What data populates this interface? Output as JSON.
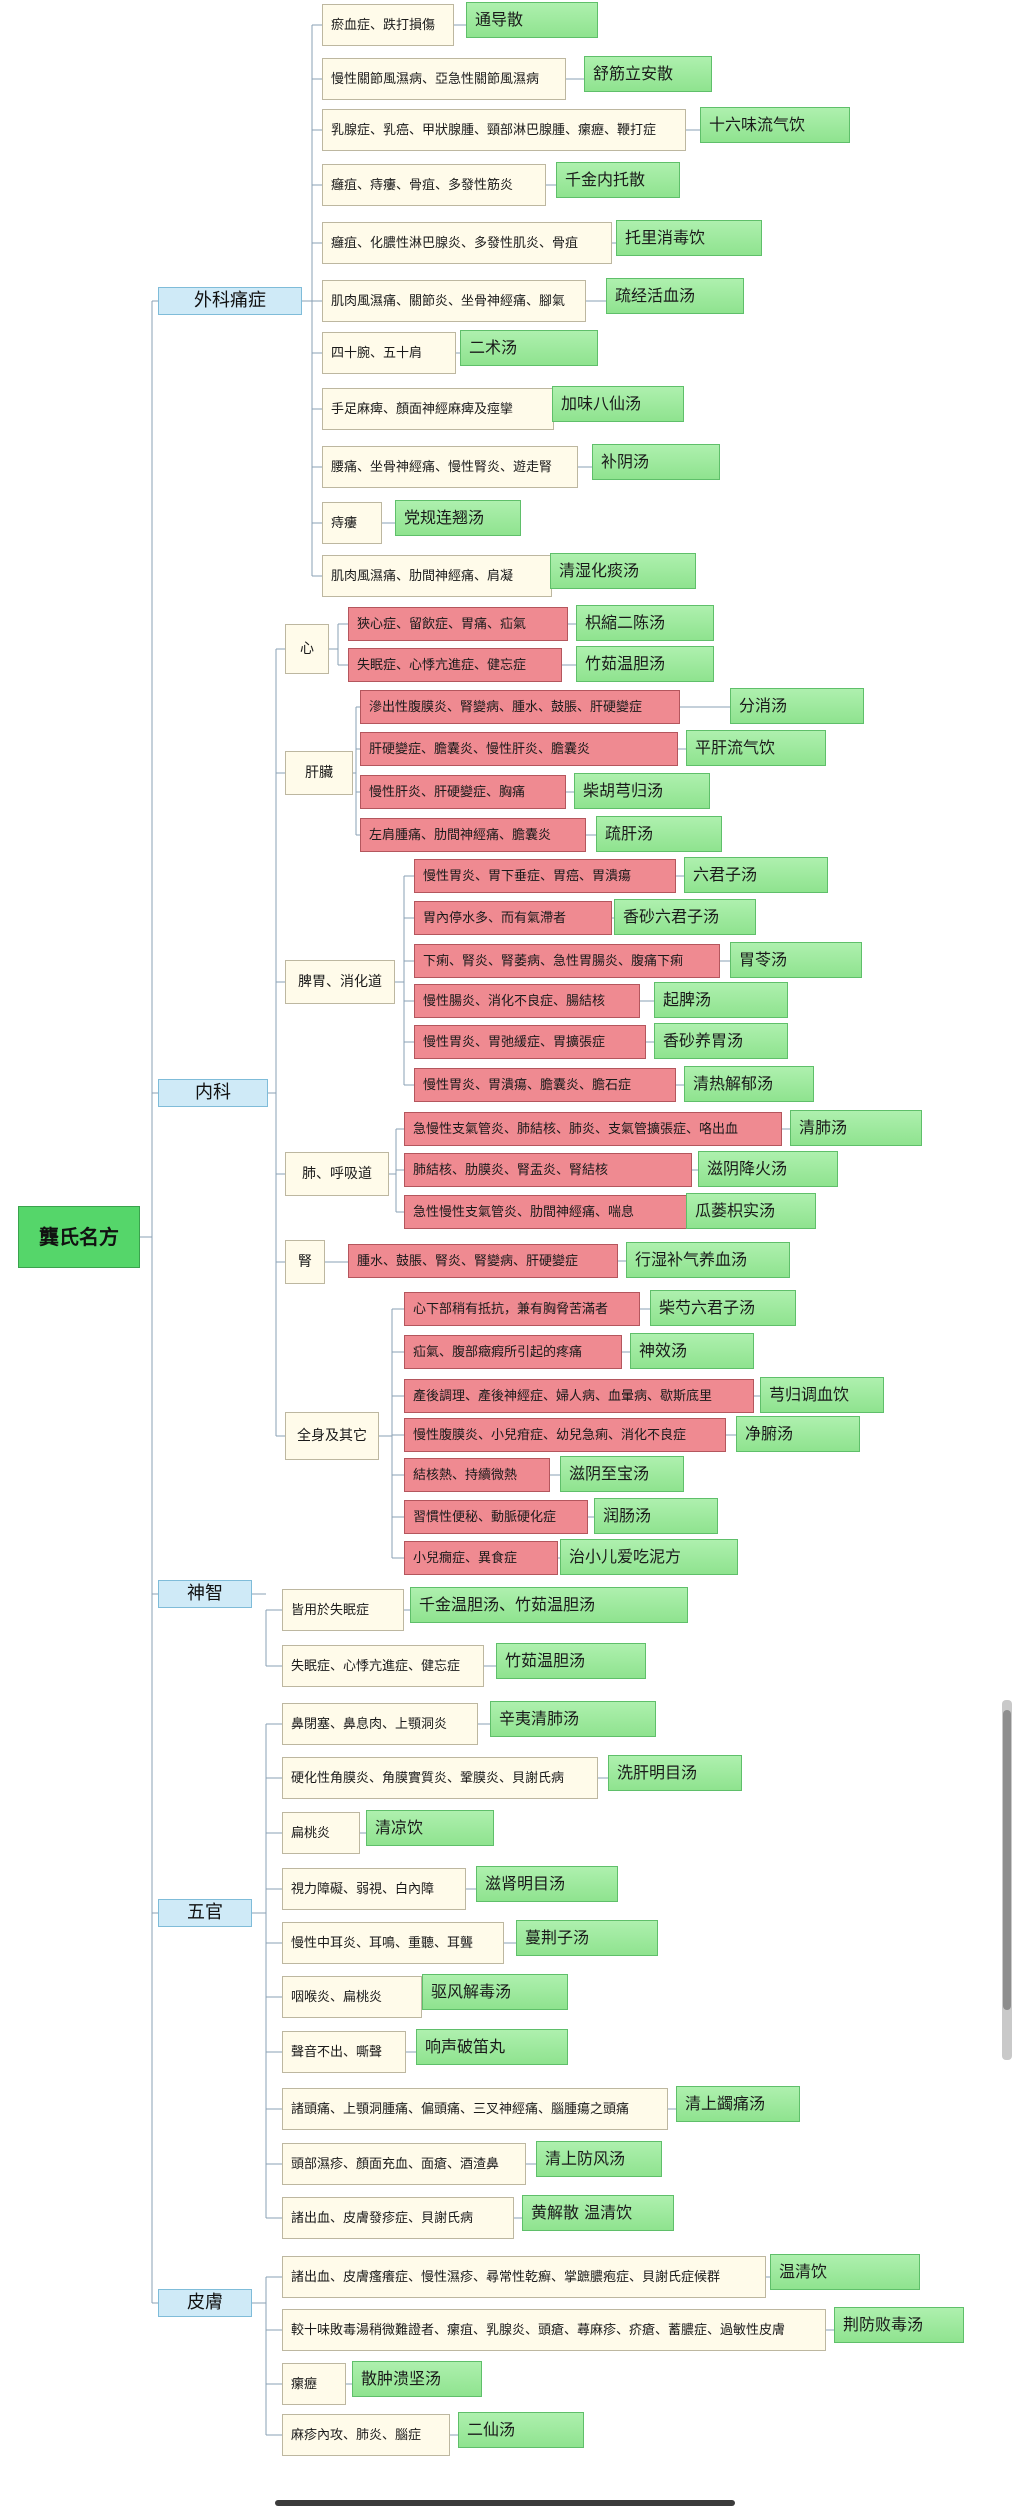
{
  "root": "龔氏名方",
  "categories": [
    {
      "name": "外科痛症",
      "items": [
        {
          "condition": "瘀血症、跌打損傷",
          "formula": "通导散"
        },
        {
          "condition": "慢性關節風濕病、亞急性關節風濕病",
          "formula": "舒筋立安散"
        },
        {
          "condition": "乳腺症、乳癌、甲狀腺腫、頸部淋巴腺腫、瘰癧、鞭打症",
          "formula": "十六味流气饮"
        },
        {
          "condition": "癰疽、痔瘻、骨疽、多發性筋炎",
          "formula": "千金内托散"
        },
        {
          "condition": "癰疽、化膿性淋巴腺炎、多發性肌炎、骨疽",
          "formula": "托里消毒饮"
        },
        {
          "condition": "肌肉風濕痛、關節炎、坐骨神經痛、腳氣",
          "formula": "疏经活血汤"
        },
        {
          "condition": "四十腕、五十肩",
          "formula": "二术汤"
        },
        {
          "condition": "手足麻痺、顏面神經麻痺及痙攣",
          "formula": "加味八仙汤"
        },
        {
          "condition": "腰痛、坐骨神經痛、慢性腎炎、遊走腎",
          "formula": "补阴汤"
        },
        {
          "condition": "痔瘻",
          "formula": "党规连翘汤"
        },
        {
          "condition": "肌肉風濕痛、肋間神經痛、肩凝",
          "formula": "清湿化痰汤"
        }
      ]
    },
    {
      "name": "内科",
      "groups": [
        {
          "name": "心",
          "items": [
            {
              "condition": "狹心症、留飲症、胃痛、疝氣",
              "formula": "枳縮二陈汤"
            },
            {
              "condition": "失眠症、心悸亢進症、健忘症",
              "formula": "竹茹温胆汤"
            }
          ]
        },
        {
          "name": "肝臟",
          "items": [
            {
              "condition": "滲出性腹膜炎、腎變病、腫水、鼓脹、肝硬變症",
              "formula": "分消汤"
            },
            {
              "condition": "肝硬變症、膽囊炎、慢性肝炎、膽囊炎",
              "formula": "平肝流气饮"
            },
            {
              "condition": "慢性肝炎、肝硬變症、胸痛",
              "formula": "柴胡芎归汤"
            },
            {
              "condition": "左肩腫痛、肋間神經痛、膽囊炎",
              "formula": "疏肝汤"
            }
          ]
        },
        {
          "name": "脾胃、消化道",
          "items": [
            {
              "condition": "慢性胃炎、胃下垂症、胃癌、胃潰瘍",
              "formula": "六君子汤"
            },
            {
              "condition": "胃內停水多、而有氣滯者",
              "formula": "香砂六君子汤"
            },
            {
              "condition": "下痢、腎炎、腎萎病、急性胃腸炎、腹痛下痢",
              "formula": "胃苓汤"
            },
            {
              "condition": "慢性腸炎、消化不良症、腸結核",
              "formula": "起脾汤"
            },
            {
              "condition": "慢性胃炎、胃弛緩症、胃擴張症",
              "formula": "香砂养胃汤"
            },
            {
              "condition": "慢性胃炎、胃潰瘍、膽囊炎、膽石症",
              "formula": "清热解郁汤"
            }
          ]
        },
        {
          "name": "肺、呼吸道",
          "items": [
            {
              "condition": "急慢性支氣管炎、肺結核、肺炎、支氣管擴張症、咯出血",
              "formula": "清肺汤"
            },
            {
              "condition": "肺結核、肋膜炎、腎盂炎、腎結核",
              "formula": "滋阴降火汤"
            },
            {
              "condition": "急性慢性支氣管炎、肋間神經痛、喘息",
              "formula": "瓜蒌枳实汤"
            }
          ]
        },
        {
          "name": "腎",
          "items": [
            {
              "condition": "腫水、鼓脹、腎炎、腎變病、肝硬變症",
              "formula": "行湿补气养血汤"
            }
          ]
        },
        {
          "name": "全身及其它",
          "items": [
            {
              "condition": "心下部稍有抵抗，兼有胸脅苦滿者",
              "formula": "柴芍六君子汤"
            },
            {
              "condition": "疝氣、腹部癥瘕所引起的疼痛",
              "formula": "神效汤"
            },
            {
              "condition": "產後調理、產後神經症、婦人病、血暈病、歇斯底里",
              "formula": "芎归调血饮"
            },
            {
              "condition": "慢性腹膜炎、小兒疳症、幼兒急痢、消化不良症",
              "formula": "净腑汤"
            },
            {
              "condition": "結核熱、持續微熱",
              "formula": "滋阴至宝汤"
            },
            {
              "condition": "習慣性便秘、動脈硬化症",
              "formula": "润肠汤"
            },
            {
              "condition": "小兒癇症、異食症",
              "formula": "治小儿爱吃泥方"
            }
          ]
        }
      ]
    },
    {
      "name": "神智",
      "items": [
        {
          "condition": "皆用於失眠症",
          "formula": "千金温胆汤、竹茹温胆汤"
        },
        {
          "condition": "失眠症、心悸亢進症、健忘症",
          "formula": "竹茹温胆汤"
        }
      ]
    },
    {
      "name": "五官",
      "items": [
        {
          "condition": "鼻閉塞、鼻息肉、上顎洞炎",
          "formula": "辛夷清肺汤"
        },
        {
          "condition": "硬化性角膜炎、角膜實質炎、鞏膜炎、貝謝氏病",
          "formula": "洗肝明目汤"
        },
        {
          "condition": "扁桃炎",
          "formula": "清凉饮"
        },
        {
          "condition": "視力障礙、弱視、白內障",
          "formula": "滋肾明目汤"
        },
        {
          "condition": "慢性中耳炎、耳鳴、重聽、耳聾",
          "formula": "蔓荆子汤"
        },
        {
          "condition": "咽喉炎、扁桃炎",
          "formula": "驱风解毒汤"
        },
        {
          "condition": "聲音不出、嘶聲",
          "formula": "响声破笛丸"
        },
        {
          "condition": "諸頭痛、上顎洞腫痛、偏頭痛、三叉神經痛、腦腫瘍之頭痛",
          "formula": "清上蠲痛汤"
        },
        {
          "condition": "頭部濕疹、顏面充血、面瘡、酒渣鼻",
          "formula": "清上防风汤"
        },
        {
          "condition": "諸出血、皮膚發疹症、貝謝氏病",
          "formula": "黄解散 温清饮"
        }
      ]
    },
    {
      "name": "皮膚",
      "items": [
        {
          "condition": "諸出血、皮膚瘙癢症、慢性濕疹、尋常性乾癬、掌蹠膿疱症、貝謝氏症候群",
          "formula": "温清饮"
        },
        {
          "condition": "較十味敗毒湯稍微難證者、瘰疽、乳腺炎、頭瘡、蕁麻疹、疥瘡、蓄膿症、過敏性皮膚",
          "formula": "荆防败毒汤"
        },
        {
          "condition": "瘰癧",
          "formula": "散肿溃坚汤"
        },
        {
          "condition": "麻疹內攻、肺炎、腦症",
          "formula": "二仙汤"
        }
      ]
    }
  ]
}
